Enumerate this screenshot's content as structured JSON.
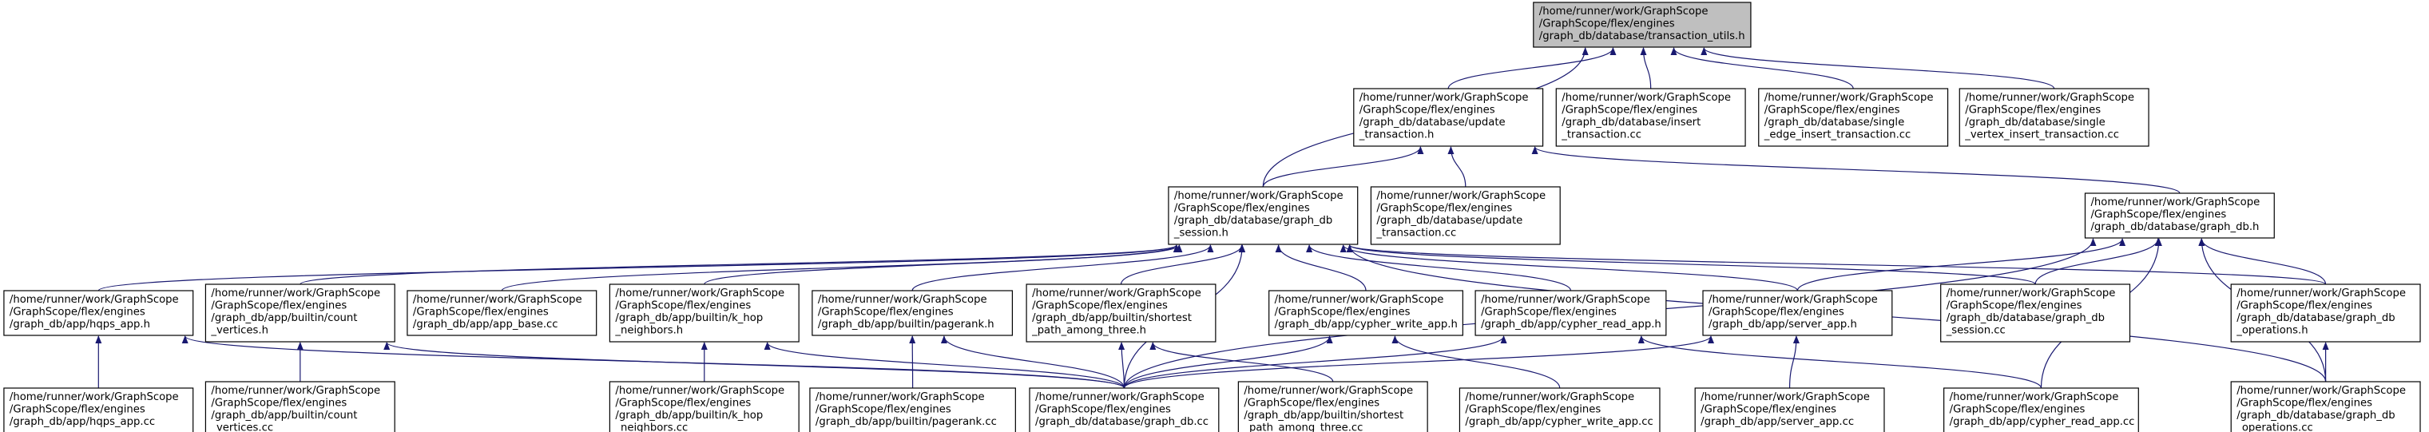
{
  "diagram": {
    "nodes": {
      "transaction_utils_h": [
        "/home/runner/work/GraphScope",
        "/GraphScope/flex/engines",
        "/graph_db/database/transaction_utils.h"
      ],
      "update_transaction_h": [
        "/home/runner/work/GraphScope",
        "/GraphScope/flex/engines",
        "/graph_db/database/update",
        "_transaction.h"
      ],
      "insert_transaction_cc": [
        "/home/runner/work/GraphScope",
        "/GraphScope/flex/engines",
        "/graph_db/database/insert",
        "_transaction.cc"
      ],
      "single_edge_insert_transaction_cc": [
        "/home/runner/work/GraphScope",
        "/GraphScope/flex/engines",
        "/graph_db/database/single",
        "_edge_insert_transaction.cc"
      ],
      "single_vertex_insert_transaction_cc": [
        "/home/runner/work/GraphScope",
        "/GraphScope/flex/engines",
        "/graph_db/database/single",
        "_vertex_insert_transaction.cc"
      ],
      "graph_db_session_h": [
        "/home/runner/work/GraphScope",
        "/GraphScope/flex/engines",
        "/graph_db/database/graph_db",
        "_session.h"
      ],
      "update_transaction_cc": [
        "/home/runner/work/GraphScope",
        "/GraphScope/flex/engines",
        "/graph_db/database/update",
        "_transaction.cc"
      ],
      "graph_db_h": [
        "/home/runner/work/GraphScope",
        "/GraphScope/flex/engines",
        "/graph_db/database/graph_db.h"
      ],
      "hqps_app_h": [
        "/home/runner/work/GraphScope",
        "/GraphScope/flex/engines",
        "/graph_db/app/hqps_app.h"
      ],
      "count_vertices_h": [
        "/home/runner/work/GraphScope",
        "/GraphScope/flex/engines",
        "/graph_db/app/builtin/count",
        "_vertices.h"
      ],
      "app_base_cc": [
        "/home/runner/work/GraphScope",
        "/GraphScope/flex/engines",
        "/graph_db/app/app_base.cc"
      ],
      "k_hop_neighbors_h": [
        "/home/runner/work/GraphScope",
        "/GraphScope/flex/engines",
        "/graph_db/app/builtin/k_hop",
        "_neighbors.h"
      ],
      "pagerank_h": [
        "/home/runner/work/GraphScope",
        "/GraphScope/flex/engines",
        "/graph_db/app/builtin/pagerank.h"
      ],
      "shortest_path_h": [
        "/home/runner/work/GraphScope",
        "/GraphScope/flex/engines",
        "/graph_db/app/builtin/shortest",
        "_path_among_three.h"
      ],
      "cypher_write_app_h": [
        "/home/runner/work/GraphScope",
        "/GraphScope/flex/engines",
        "/graph_db/app/cypher_write_app.h"
      ],
      "cypher_read_app_h": [
        "/home/runner/work/GraphScope",
        "/GraphScope/flex/engines",
        "/graph_db/app/cypher_read_app.h"
      ],
      "server_app_h": [
        "/home/runner/work/GraphScope",
        "/GraphScope/flex/engines",
        "/graph_db/app/server_app.h"
      ],
      "graph_db_session_cc": [
        "/home/runner/work/GraphScope",
        "/GraphScope/flex/engines",
        "/graph_db/database/graph_db",
        "_session.cc"
      ],
      "graph_db_operations_h": [
        "/home/runner/work/GraphScope",
        "/GraphScope/flex/engines",
        "/graph_db/database/graph_db",
        "_operations.h"
      ],
      "hqps_app_cc": [
        "/home/runner/work/GraphScope",
        "/GraphScope/flex/engines",
        "/graph_db/app/hqps_app.cc"
      ],
      "count_vertices_cc": [
        "/home/runner/work/GraphScope",
        "/GraphScope/flex/engines",
        "/graph_db/app/builtin/count",
        "_vertices.cc"
      ],
      "k_hop_neighbors_cc": [
        "/home/runner/work/GraphScope",
        "/GraphScope/flex/engines",
        "/graph_db/app/builtin/k_hop",
        "_neighbors.cc"
      ],
      "pagerank_cc": [
        "/home/runner/work/GraphScope",
        "/GraphScope/flex/engines",
        "/graph_db/app/builtin/pagerank.cc"
      ],
      "graph_db_cc": [
        "/home/runner/work/GraphScope",
        "/GraphScope/flex/engines",
        "/graph_db/database/graph_db.cc"
      ],
      "shortest_path_cc": [
        "/home/runner/work/GraphScope",
        "/GraphScope/flex/engines",
        "/graph_db/app/builtin/shortest",
        "_path_among_three.cc"
      ],
      "cypher_write_app_cc": [
        "/home/runner/work/GraphScope",
        "/GraphScope/flex/engines",
        "/graph_db/app/cypher_write_app.cc"
      ],
      "server_app_cc": [
        "/home/runner/work/GraphScope",
        "/GraphScope/flex/engines",
        "/graph_db/app/server_app.cc"
      ],
      "cypher_read_app_cc": [
        "/home/runner/work/GraphScope",
        "/GraphScope/flex/engines",
        "/graph_db/app/cypher_read_app.cc"
      ],
      "graph_db_operations_cc": [
        "/home/runner/work/GraphScope",
        "/GraphScope/flex/engines",
        "/graph_db/database/graph_db",
        "_operations.cc"
      ]
    },
    "root": "transaction_utils_h",
    "edges": [
      [
        "transaction_utils_h",
        "update_transaction_h"
      ],
      [
        "transaction_utils_h",
        "insert_transaction_cc"
      ],
      [
        "transaction_utils_h",
        "single_edge_insert_transaction_cc"
      ],
      [
        "transaction_utils_h",
        "single_vertex_insert_transaction_cc"
      ],
      [
        "transaction_utils_h",
        "graph_db_session_h"
      ],
      [
        "update_transaction_h",
        "graph_db_session_h"
      ],
      [
        "update_transaction_h",
        "update_transaction_cc"
      ],
      [
        "update_transaction_h",
        "graph_db_h"
      ],
      [
        "graph_db_session_h",
        "hqps_app_h"
      ],
      [
        "graph_db_session_h",
        "count_vertices_h"
      ],
      [
        "graph_db_session_h",
        "app_base_cc"
      ],
      [
        "graph_db_session_h",
        "k_hop_neighbors_h"
      ],
      [
        "graph_db_session_h",
        "pagerank_h"
      ],
      [
        "graph_db_session_h",
        "shortest_path_h"
      ],
      [
        "graph_db_session_h",
        "cypher_write_app_h"
      ],
      [
        "graph_db_session_h",
        "cypher_read_app_h"
      ],
      [
        "graph_db_session_h",
        "server_app_h"
      ],
      [
        "graph_db_session_h",
        "graph_db_session_cc"
      ],
      [
        "graph_db_session_h",
        "graph_db_operations_h"
      ],
      [
        "graph_db_session_h",
        "graph_db_cc"
      ],
      [
        "graph_db_session_h",
        "graph_db_operations_cc"
      ],
      [
        "graph_db_h",
        "server_app_h"
      ],
      [
        "graph_db_h",
        "graph_db_session_cc"
      ],
      [
        "graph_db_h",
        "graph_db_operations_h"
      ],
      [
        "graph_db_h",
        "graph_db_cc"
      ],
      [
        "graph_db_h",
        "cypher_read_app_cc"
      ],
      [
        "graph_db_h",
        "graph_db_operations_cc"
      ],
      [
        "hqps_app_h",
        "hqps_app_cc"
      ],
      [
        "hqps_app_h",
        "graph_db_cc"
      ],
      [
        "count_vertices_h",
        "count_vertices_cc"
      ],
      [
        "count_vertices_h",
        "graph_db_cc"
      ],
      [
        "k_hop_neighbors_h",
        "k_hop_neighbors_cc"
      ],
      [
        "k_hop_neighbors_h",
        "graph_db_cc"
      ],
      [
        "pagerank_h",
        "pagerank_cc"
      ],
      [
        "pagerank_h",
        "graph_db_cc"
      ],
      [
        "shortest_path_h",
        "shortest_path_cc"
      ],
      [
        "shortest_path_h",
        "graph_db_cc"
      ],
      [
        "cypher_write_app_h",
        "cypher_write_app_cc"
      ],
      [
        "cypher_write_app_h",
        "graph_db_cc"
      ],
      [
        "cypher_read_app_h",
        "cypher_read_app_cc"
      ],
      [
        "cypher_read_app_h",
        "graph_db_cc"
      ],
      [
        "server_app_h",
        "server_app_cc"
      ],
      [
        "server_app_h",
        "graph_db_cc"
      ],
      [
        "graph_db_operations_h",
        "graph_db_operations_cc"
      ]
    ],
    "colors": {
      "edge": "#191970",
      "root_fill": "#bfbfbf",
      "node_fill": "#ffffff",
      "border": "#000000"
    }
  }
}
